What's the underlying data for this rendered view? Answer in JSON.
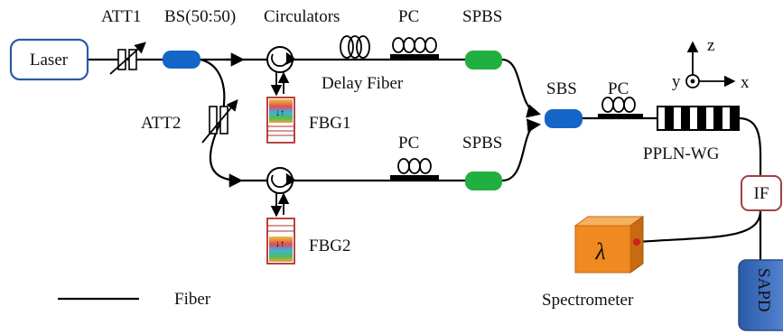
{
  "labels": {
    "laser": "Laser",
    "att1": "ATT1",
    "bs": "BS(50:50)",
    "circulators": "Circulators",
    "pc": "PC",
    "spbs": "SPBS",
    "delay_fiber": "Delay Fiber",
    "att2": "ATT2",
    "fbg1": "FBG1",
    "fbg2": "FBG2",
    "sbs": "SBS",
    "ppln": "PPLN-WG",
    "if": "IF",
    "sapd": "SAPD",
    "spectrometer": "Spectrometer",
    "lambda": "λ",
    "fiber_legend": "Fiber",
    "axis_z": "z",
    "axis_y": "y",
    "axis_x": "x"
  },
  "colors": {
    "bs": "#1565c8",
    "spbs": "#20b040",
    "laser_border": "#2a5aa8",
    "fbg_border": "#b03030",
    "sapd": "#3a6ec0",
    "spectrometer": "#f08a20",
    "if_border": "#a04040"
  }
}
